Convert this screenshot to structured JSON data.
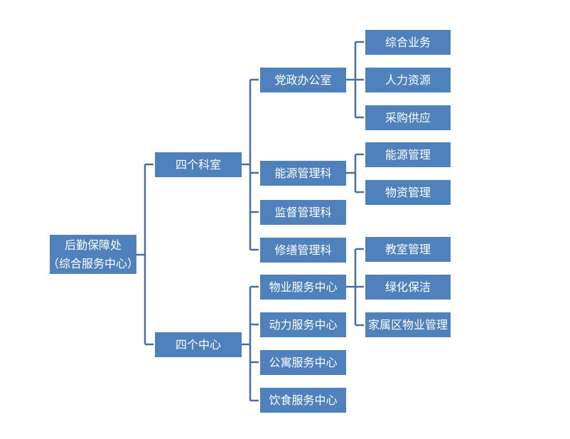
{
  "root": {
    "line1": "后勤保障处",
    "line2": "（综合服务中心）"
  },
  "level1": [
    {
      "label": "四个科室"
    },
    {
      "label": "四个中心"
    }
  ],
  "offices": [
    {
      "label": "党政办公室"
    },
    {
      "label": "能源管理科"
    },
    {
      "label": "监督管理科"
    },
    {
      "label": "修缮管理科"
    }
  ],
  "centers": [
    {
      "label": "物业服务中心"
    },
    {
      "label": "动力服务中心"
    },
    {
      "label": "公寓服务中心"
    },
    {
      "label": "饮食服务中心"
    }
  ],
  "party_office_subs": [
    {
      "label": "综合业务"
    },
    {
      "label": "人力资源"
    },
    {
      "label": "采购供应"
    }
  ],
  "energy_subs": [
    {
      "label": "能源管理"
    },
    {
      "label": "物资管理"
    }
  ],
  "property_subs": [
    {
      "label": "教室管理"
    },
    {
      "label": "绿化保洁"
    },
    {
      "label": "家属区物业管理"
    }
  ],
  "colors": {
    "box": "#4f81bd",
    "line": "#4a6f9c",
    "text": "#ffffff"
  }
}
